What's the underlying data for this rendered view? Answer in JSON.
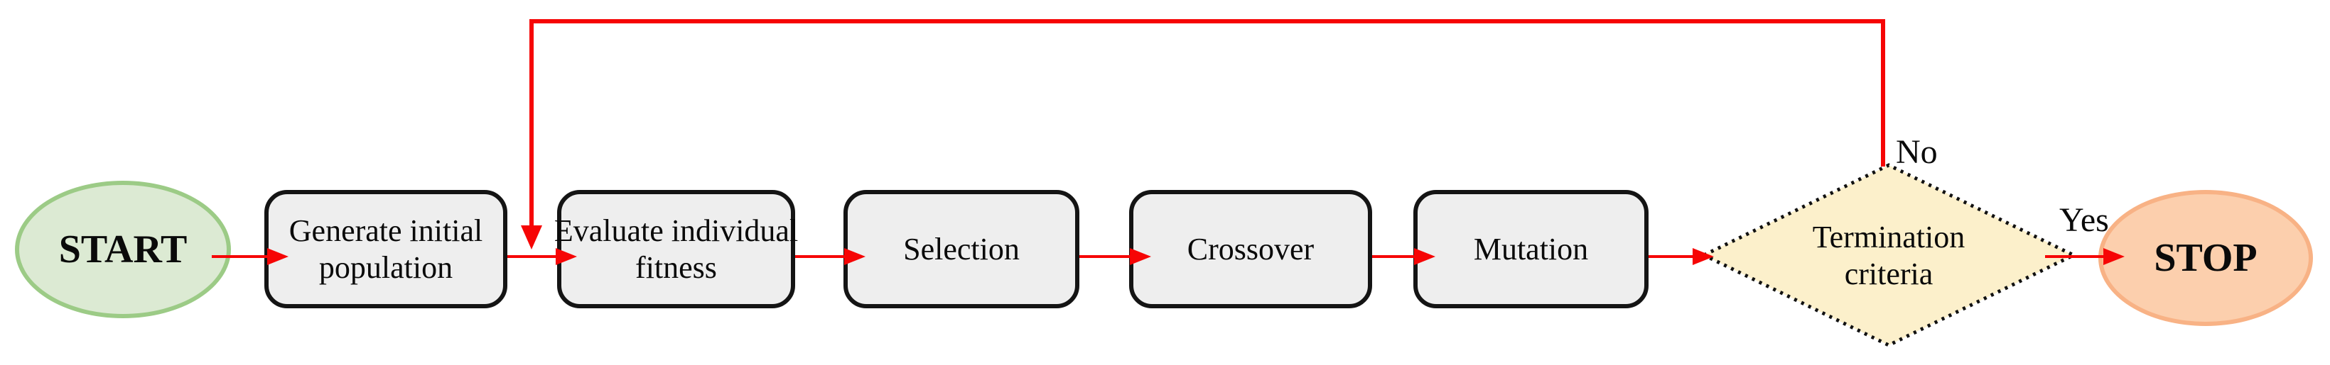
{
  "diagram": {
    "type": "flowchart",
    "subject": "genetic algorithm loop",
    "background": "#ffffff",
    "nodes": [
      {
        "id": "start",
        "shape": "ellipse",
        "label": "START"
      },
      {
        "id": "generate-initial-population",
        "shape": "process",
        "label": "Generate initial population"
      },
      {
        "id": "evaluate-individual-fitness",
        "shape": "process",
        "label": "Evaluate individual fitness"
      },
      {
        "id": "selection",
        "shape": "process",
        "label": "Selection"
      },
      {
        "id": "crossover",
        "shape": "process",
        "label": "Crossover"
      },
      {
        "id": "mutation",
        "shape": "process",
        "label": "Mutation"
      },
      {
        "id": "termination-criteria",
        "shape": "decision",
        "label": "Termination criteria"
      },
      {
        "id": "stop",
        "shape": "ellipse",
        "label": "STOP"
      }
    ],
    "edges": [
      {
        "from": "start",
        "to": "generate-initial-population",
        "label": ""
      },
      {
        "from": "generate-initial-population",
        "to": "evaluate-individual-fitness",
        "label": ""
      },
      {
        "from": "evaluate-individual-fitness",
        "to": "selection",
        "label": ""
      },
      {
        "from": "selection",
        "to": "crossover",
        "label": ""
      },
      {
        "from": "crossover",
        "to": "mutation",
        "label": ""
      },
      {
        "from": "mutation",
        "to": "termination-criteria",
        "label": ""
      },
      {
        "from": "termination-criteria",
        "to": "stop",
        "label": "Yes"
      },
      {
        "from": "termination-criteria",
        "to": "evaluate-individual-fitness",
        "label": "No"
      }
    ],
    "colors": {
      "start_fill": "#dcead3",
      "start_border": "#9ccb86",
      "process_fill": "#eeeeee",
      "process_border": "#141414",
      "decision_fill": "#fcf0cb",
      "decision_border": "#111111",
      "stop_fill": "#fccfad",
      "stop_border": "#f8b285",
      "connector": "#f60505",
      "text": "#0a0a0a"
    }
  }
}
